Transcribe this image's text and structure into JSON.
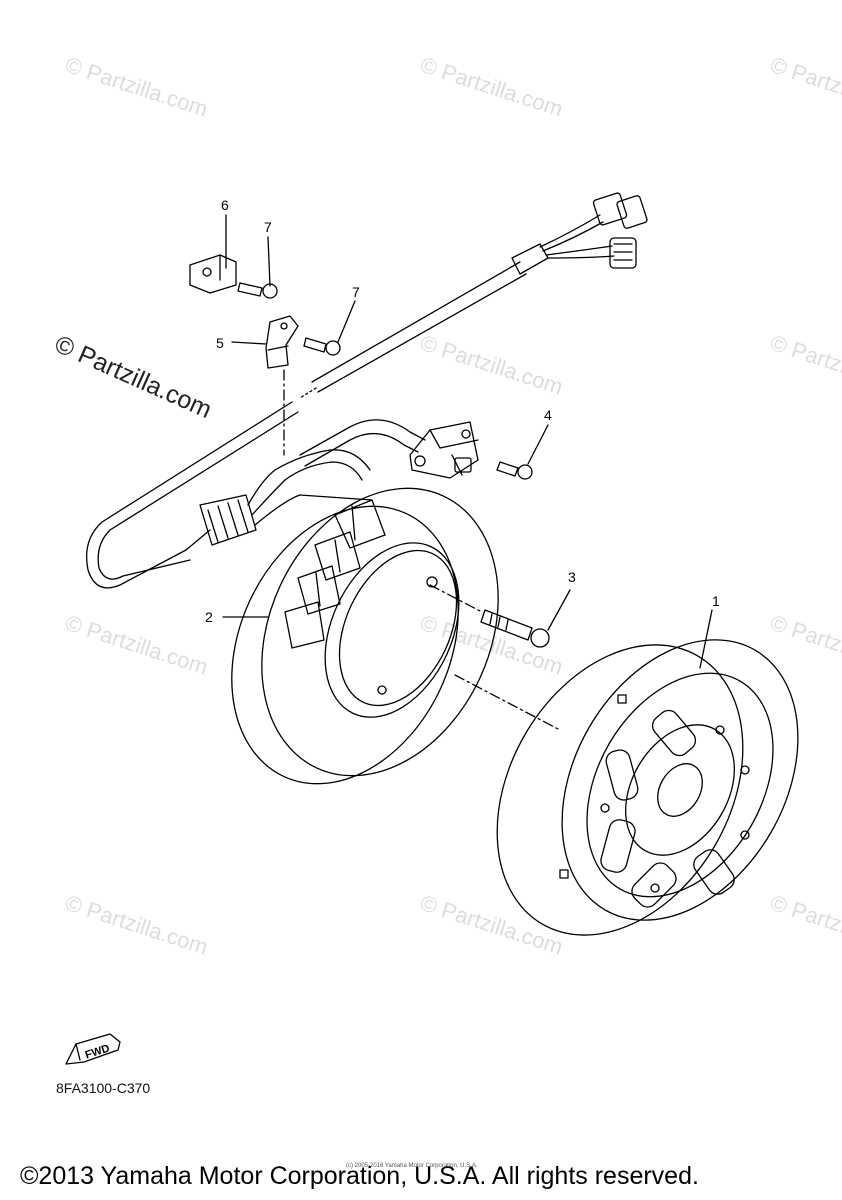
{
  "watermark": {
    "text": "© Partzilla.com",
    "overlay_text": "© Partzilla.com"
  },
  "callouts": [
    {
      "num": "1"
    },
    {
      "num": "2"
    },
    {
      "num": "3"
    },
    {
      "num": "4"
    },
    {
      "num": "5"
    },
    {
      "num": "6"
    },
    {
      "num": "7"
    },
    {
      "num": "7"
    }
  ],
  "diagram_code": "8FA3100-C370",
  "fwd_label": "FWD",
  "small_copyright": "(c) 2005-2016 Yamaha Motor Corporation, U.S.A.",
  "copyright": "©2013 Yamaha Motor Corporation, U.S.A. All rights reserved."
}
